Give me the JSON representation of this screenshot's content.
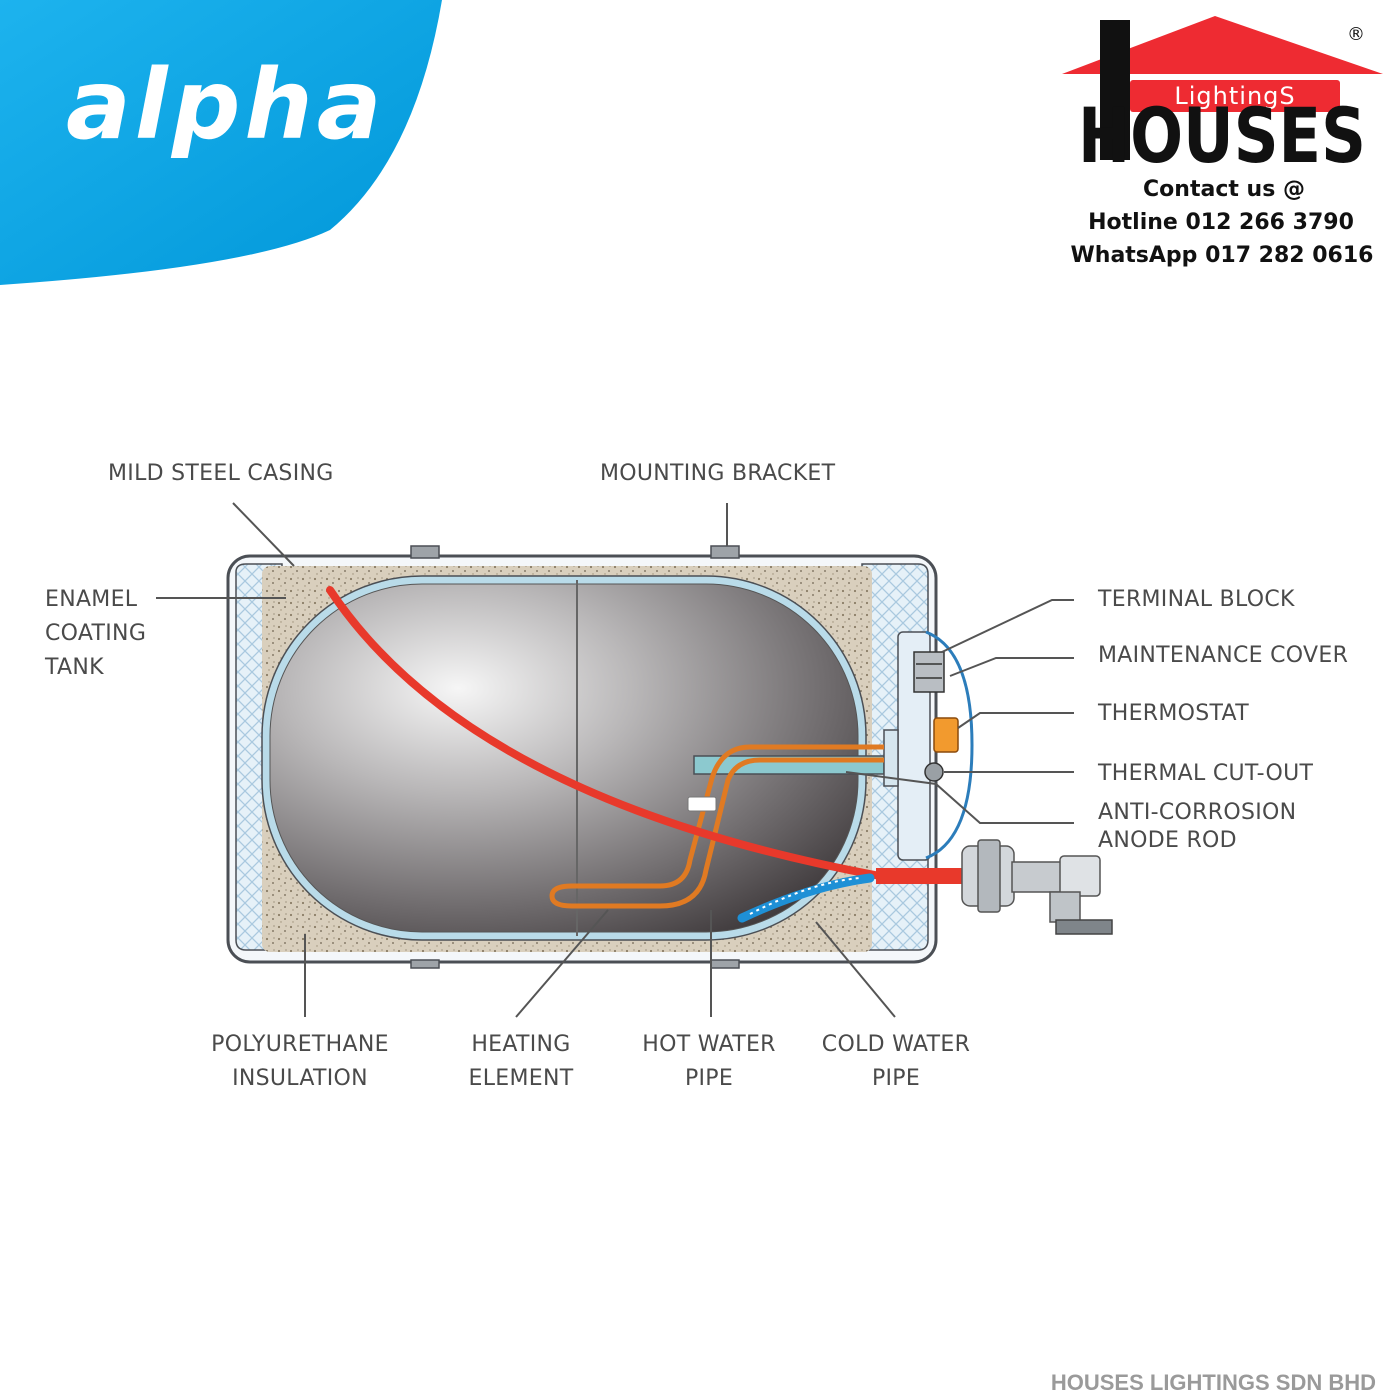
{
  "brand": {
    "name": "alpha",
    "color": "#00a8e8"
  },
  "partner_logo": {
    "name": "HOUSES",
    "tagline": "LightingS",
    "registered": "®",
    "roof_color": "#ee2b32"
  },
  "contact": {
    "heading": "Contact us @",
    "hotline": "Hotline 012 266 3790",
    "whatsapp": "WhatsApp 017 282 0616"
  },
  "diagram": {
    "labels": {
      "mild_steel_casing": "MILD STEEL CASING",
      "mounting_bracket": "MOUNTING BRACKET",
      "enamel_1": "ENAMEL",
      "enamel_2": "COATING",
      "enamel_3": "TANK",
      "terminal_block": "TERMINAL BLOCK",
      "maintenance_cover": "MAINTENANCE COVER",
      "thermostat": "THERMOSTAT",
      "thermal_cutout": "THERMAL CUT-OUT",
      "anode_1": "ANTI-CORROSION",
      "anode_2": "ANODE ROD",
      "pu_1": "POLYURETHANE",
      "pu_2": "INSULATION",
      "heating_1": "HEATING",
      "heating_2": "ELEMENT",
      "hot_1": "HOT WATER",
      "hot_2": "PIPE",
      "cold_1": "COLD WATER",
      "cold_2": "PIPE"
    },
    "colors": {
      "hot_pipe": "#e8392b",
      "cold_pipe": "#1e90d6",
      "heating_element": "#e07a22",
      "insulation": "#d8cfbf",
      "casing_pattern": "#bcd8ea"
    }
  },
  "footer": {
    "company": "HOUSES LIGHTINGS SDN BHD"
  }
}
